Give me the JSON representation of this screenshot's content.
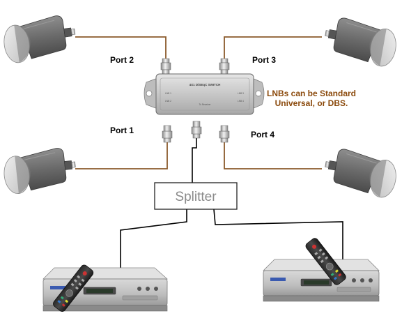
{
  "ports": {
    "port1": "Port 1",
    "port2": "Port 2",
    "port3": "Port 3",
    "port4": "Port 4"
  },
  "switch": {
    "title": "4X1 DiSEqC SWITCH",
    "lnb1": "LNB 1",
    "lnb2": "LNB 2",
    "lnb3": "LNB 3",
    "lnb4": "LNB 4",
    "output": "To Receiver"
  },
  "note": {
    "line1": "LNBs can be Standard",
    "line2": "Universal, or DBS."
  },
  "splitter": {
    "label": "Splitter"
  },
  "colors": {
    "lnb_cable": "#8b5a2b",
    "receiver_cable": "#000000",
    "note_text": "#8b4a0c",
    "lnb_body": "#6e6e6e",
    "switch_body": "#c9c9c9"
  },
  "icons": {
    "lnb": "satellite-lnb-icon",
    "receiver": "satellite-receiver-icon",
    "remote": "remote-control-icon",
    "switch": "diseqc-switch-icon"
  }
}
